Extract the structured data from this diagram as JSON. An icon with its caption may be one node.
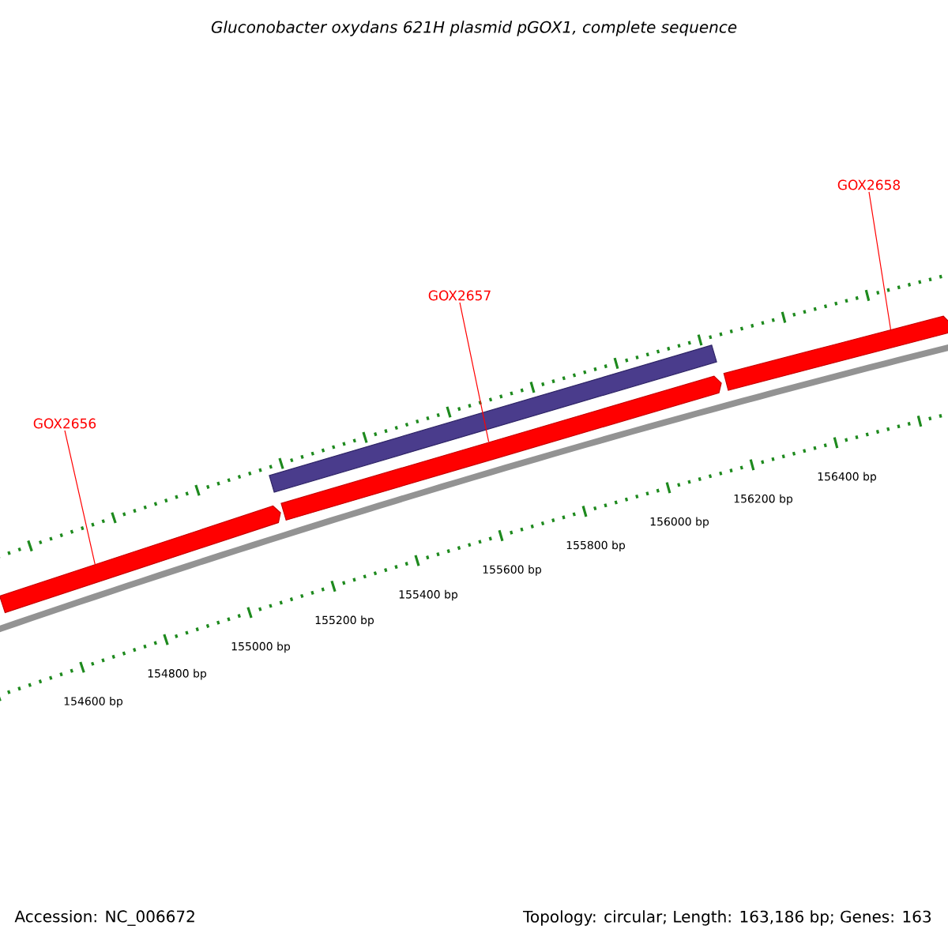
{
  "diagram": {
    "title": "Gluconobacter oxydans 621H plasmid pGOX1, complete sequence",
    "nodes": [
      {
        "text": [
          "GOX2656"
        ]
      },
      {
        "text": [
          "GOX2657"
        ]
      },
      {
        "text": [
          "GOX2658"
        ]
      },
      {
        "text": [],
        "shape": "bar"
      },
      {
        "text": [],
        "shape": "bar"
      },
      {
        "text": [],
        "shape": "bar"
      },
      {
        "text": [],
        "shape": "bar"
      }
    ],
    "edges": [
      {
        "from": 0,
        "to": 3,
        "arrow": "none"
      },
      {
        "from": 1,
        "to": 5,
        "arrow": "none"
      },
      {
        "from": 2,
        "to": 6,
        "arrow": "none"
      }
    ],
    "labels": [
      "154600 bp",
      "154800 bp",
      "155000 bp",
      "155200 bp",
      "155400 bp",
      "155600 bp",
      "155800 bp",
      "156000 bp",
      "156200 bp",
      "156400 bp",
      "Accession: NC_006672",
      "Topology: circular; Length: 163,186 bp; Genes: 163"
    ]
  }
}
